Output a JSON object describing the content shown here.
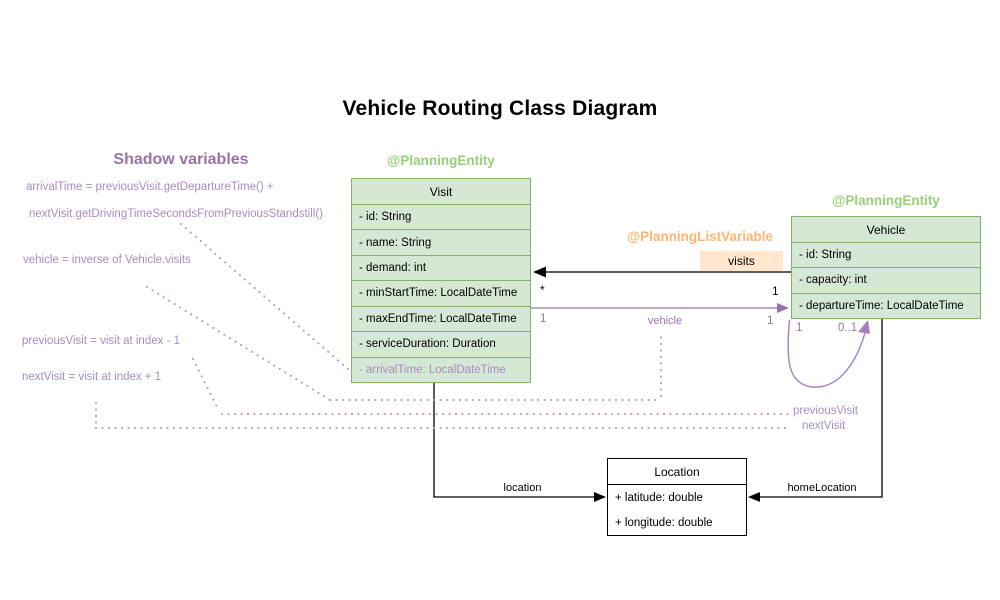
{
  "title": "Vehicle Routing Class Diagram",
  "colors": {
    "green_fill": "#d5e8d4",
    "green_border": "#82b366",
    "green_annotation_text": "#97d077",
    "orange_annotation_text": "#ffb570",
    "orange_badge_fill": "#ffe6cc",
    "purple": "#9673a6",
    "purple_light": "#a78cc0",
    "black": "#000000"
  },
  "shadow_variables": {
    "heading": "Shadow variables",
    "arrival_time_line1": "arrivalTime = previousVisit.getDepartureTime() +",
    "arrival_time_line2": "nextVisit.getDrivingTimeSecondsFromPreviousStandstill()",
    "vehicle_formula": "vehicle = inverse of Vehicle.visits",
    "previous_visit_formula": "previousVisit = visit at index - 1",
    "next_visit_formula": "nextVisit = visit at index + 1"
  },
  "visit_class": {
    "annotation": "@PlanningEntity",
    "name": "Visit",
    "fields": [
      "- id: String",
      "- name: String",
      "- demand: int",
      "- minStartTime: LocalDateTime",
      "- maxEndTime: LocalDateTime",
      "- serviceDuration: Duration"
    ],
    "shadow_field": "- arrivalTime: LocalDateTime"
  },
  "vehicle_class": {
    "annotation": "@PlanningEntity",
    "name": "Vehicle",
    "fields": [
      "- id: String",
      "- capacity: int",
      "- departureTime: LocalDateTime"
    ]
  },
  "location_class": {
    "name": "Location",
    "fields": [
      "+ latitude: double",
      "+ longitude: double"
    ]
  },
  "relations": {
    "visits": {
      "annotation": "@PlanningListVariable",
      "label": "visits",
      "mult_visit_end": "*",
      "mult_vehicle_end": "1"
    },
    "vehicle": {
      "label": "vehicle",
      "mult_visit_end": "1",
      "mult_vehicle_end": "1"
    },
    "chain_loop": {
      "mult_left": "1",
      "mult_right": "0..1",
      "previous_label": "previousVisit",
      "next_label": "nextVisit"
    },
    "location": {
      "label": "location"
    },
    "home_location": {
      "label": "homeLocation"
    }
  }
}
